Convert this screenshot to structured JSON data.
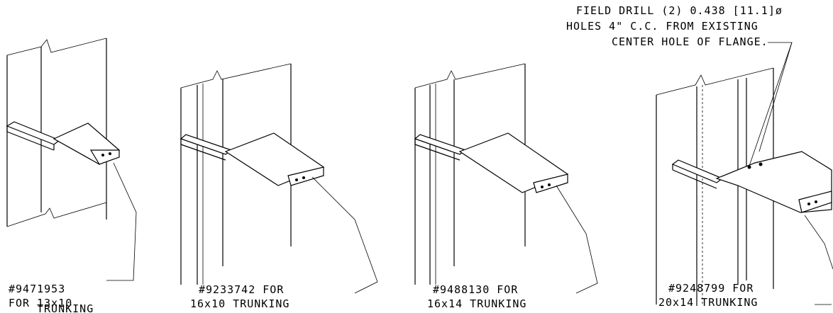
{
  "note": {
    "line1": "FIELD DRILL (2) 0.438 [11.1]ø",
    "line2": "HOLES 4\" C.C. FROM EXISTING",
    "line3": "CENTER HOLE OF FLANGE."
  },
  "brackets": [
    {
      "part": "#9471953",
      "line2": "FOR 13x10",
      "line3": "TRUNKING"
    },
    {
      "part": "#9233742 FOR",
      "line2": "16x10 TRUNKING"
    },
    {
      "part": "#9488130 FOR",
      "line2": "16x14 TRUNKING"
    },
    {
      "part": "#9248799 FOR",
      "line2": "20x14 TRUNKING"
    }
  ]
}
